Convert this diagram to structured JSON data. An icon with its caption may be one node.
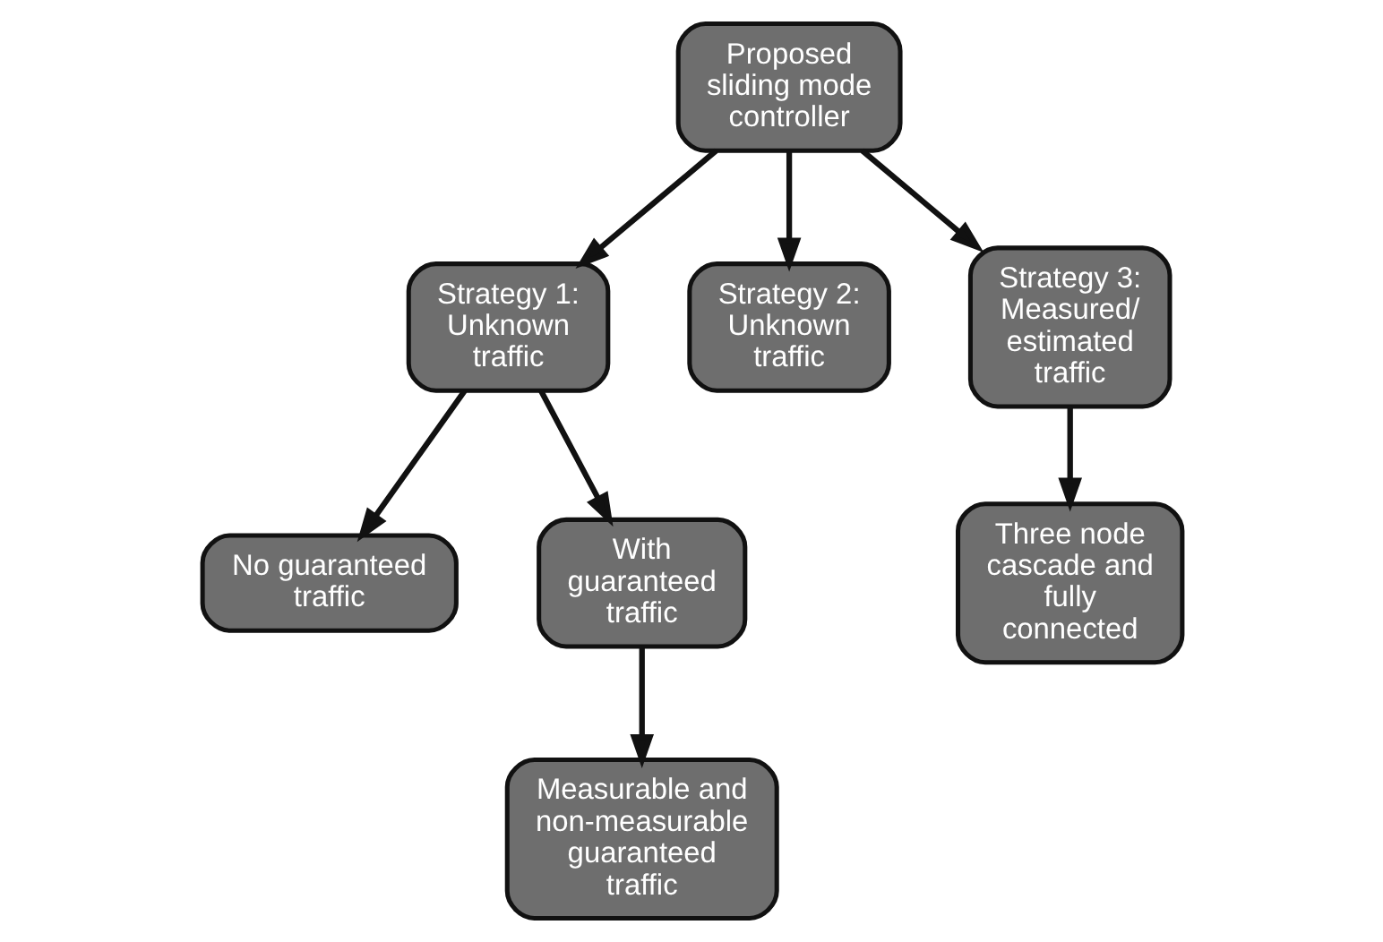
{
  "diagram": {
    "nodes": [
      {
        "text": [
          "Proposed sliding mode controller"
        ]
      },
      {
        "text": [
          "Strategy 1: Unknown traffic"
        ]
      },
      {
        "text": [
          "Strategy 2: Unknown traffic"
        ]
      },
      {
        "text": [
          "Strategy 3: Measured/ estimated traffic"
        ]
      },
      {
        "text": [
          "No guaranteed traffic"
        ]
      },
      {
        "text": [
          "With guaranteed traffic"
        ]
      },
      {
        "text": [
          "Measurable and non-measurable guaranteed traffic"
        ]
      },
      {
        "text": [
          "Three node cascade and fully connected"
        ]
      }
    ],
    "edges": [
      {
        "from": 0,
        "to": 1,
        "arrow": "to"
      },
      {
        "from": 0,
        "to": 2,
        "arrow": "to"
      },
      {
        "from": 0,
        "to": 3,
        "arrow": "to"
      },
      {
        "from": 1,
        "to": 4,
        "arrow": "to"
      },
      {
        "from": 1,
        "to": 5,
        "arrow": "to"
      },
      {
        "from": 5,
        "to": 6,
        "arrow": "to"
      },
      {
        "from": 3,
        "to": 7,
        "arrow": "to"
      }
    ]
  }
}
